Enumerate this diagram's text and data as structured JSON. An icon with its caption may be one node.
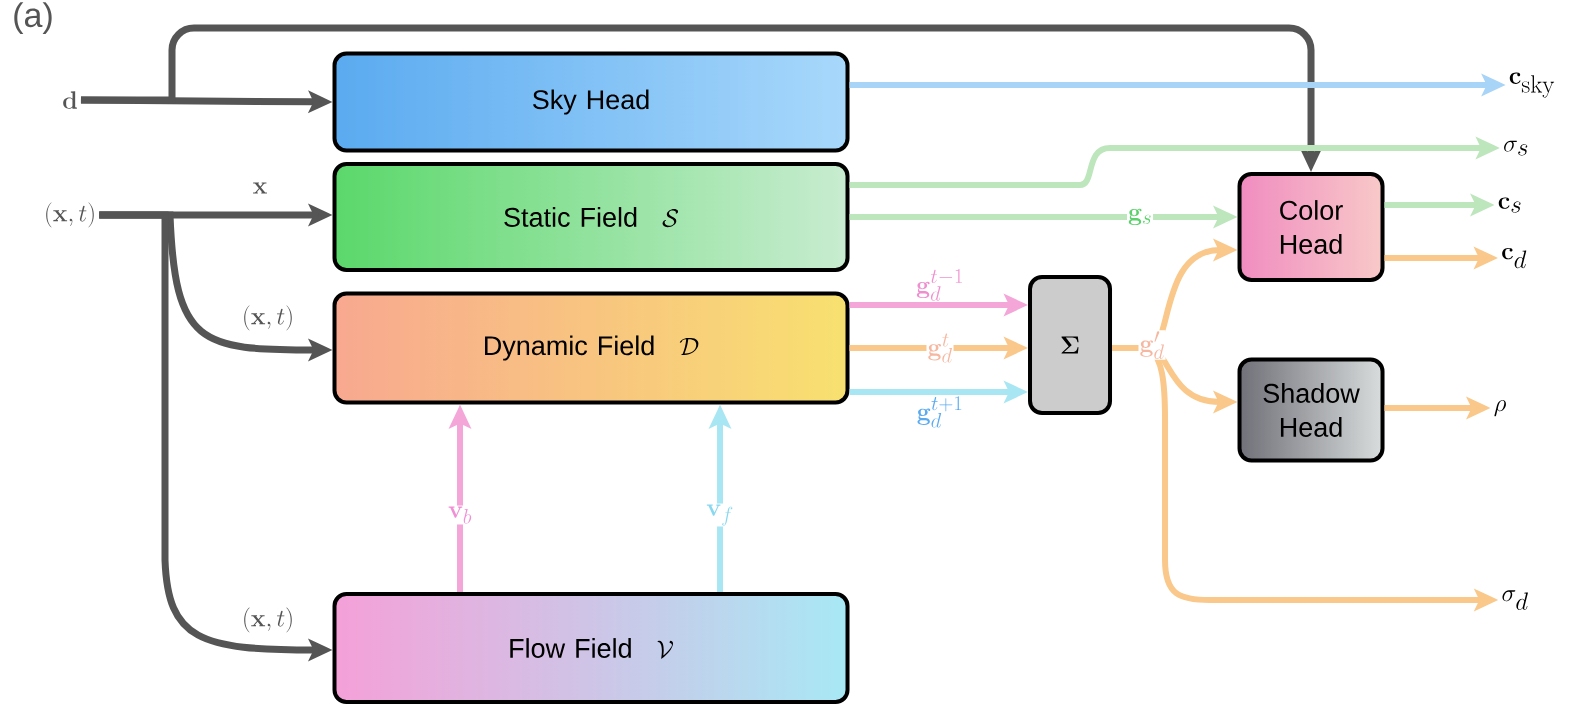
{
  "diagram": {
    "nodes": [
      {
        "text": [
          "\\mathbf{d}"
        ]
      },
      {
        "text": [
          "(\\mathbf{x}, t)"
        ]
      },
      {
        "text": [
          "Sky Head"
        ]
      },
      {
        "text": [
          "Static Field",
          "\\mathcal{S}"
        ]
      },
      {
        "text": [
          "Dynamic Field",
          "\\mathcal{D}"
        ]
      },
      {
        "text": [
          "Flow Field",
          "\\mathcal{V}"
        ]
      },
      {
        "text": [
          "\\mathbf{\\Sigma}"
        ]
      },
      {
        "text": [
          "Color Head"
        ]
      },
      {
        "text": [
          "Shadow Head"
        ]
      },
      {
        "text": [
          "\\mathbf{c}_{\\mathrm{sky}}"
        ]
      },
      {
        "text": [
          "\\sigma_s"
        ]
      },
      {
        "text": [
          "\\mathbf{c}_s"
        ]
      },
      {
        "text": [
          "\\mathbf{c}_d"
        ]
      },
      {
        "text": [
          "\\rho"
        ]
      },
      {
        "text": [
          "\\sigma_d"
        ]
      }
    ],
    "edges": [
      {
        "from": 0,
        "to": 2,
        "arrow": "to",
        "color": "#555555"
      },
      {
        "from": 0,
        "to": 7,
        "arrow": "to",
        "color": "#555555"
      },
      {
        "from": 1,
        "to": 3,
        "arrow": "to",
        "label": "\\mathbf{x}",
        "color": "#555555"
      },
      {
        "from": 1,
        "to": 4,
        "arrow": "to",
        "label": "(\\mathbf{x}, t)",
        "color": "#555555"
      },
      {
        "from": 1,
        "to": 5,
        "arrow": "to",
        "label": "(\\mathbf{x}, t)",
        "color": "#555555"
      },
      {
        "from": 2,
        "to": 9,
        "arrow": "to",
        "color": "#a8d4f7"
      },
      {
        "from": 3,
        "to": 10,
        "arrow": "to",
        "color": "#bde6bd"
      },
      {
        "from": 3,
        "to": 7,
        "arrow": "to",
        "color": "#bde6bd",
        "label": "\\mathbf{g}_s"
      },
      {
        "from": 4,
        "to": 6,
        "arrow": "to",
        "color": "#f4a6d9",
        "label": "\\mathbf{g}_d^{t-1}"
      },
      {
        "from": 4,
        "to": 6,
        "arrow": "to",
        "color": "#f9c88a",
        "label": "\\mathbf{g}_d^{t}"
      },
      {
        "from": 4,
        "to": 6,
        "arrow": "to",
        "color": "#a9e6f3",
        "label": "\\mathbf{g}_d^{t+1}"
      },
      {
        "from": 5,
        "to": 4,
        "arrow": "to",
        "color": "#f4a6d9",
        "label": "\\mathbf{v}_b"
      },
      {
        "from": 5,
        "to": 4,
        "arrow": "to",
        "color": "#a9e6f3",
        "label": "\\mathbf{v}_f"
      },
      {
        "from": 6,
        "to": 7,
        "arrow": "to",
        "color": "#f9c88a",
        "label": "\\mathbf{g}_d'"
      },
      {
        "from": 6,
        "to": 8,
        "arrow": "to",
        "color": "#f9c88a"
      },
      {
        "from": 6,
        "to": 14,
        "arrow": "to",
        "color": "#f9c88a"
      },
      {
        "from": 7,
        "to": 11,
        "arrow": "to",
        "color": "#bde6bd"
      },
      {
        "from": 7,
        "to": 12,
        "arrow": "to",
        "color": "#f9c88a"
      },
      {
        "from": 8,
        "to": 13,
        "arrow": "to",
        "color": "#f9c88a"
      }
    ],
    "labels": [
      "(a)"
    ]
  }
}
